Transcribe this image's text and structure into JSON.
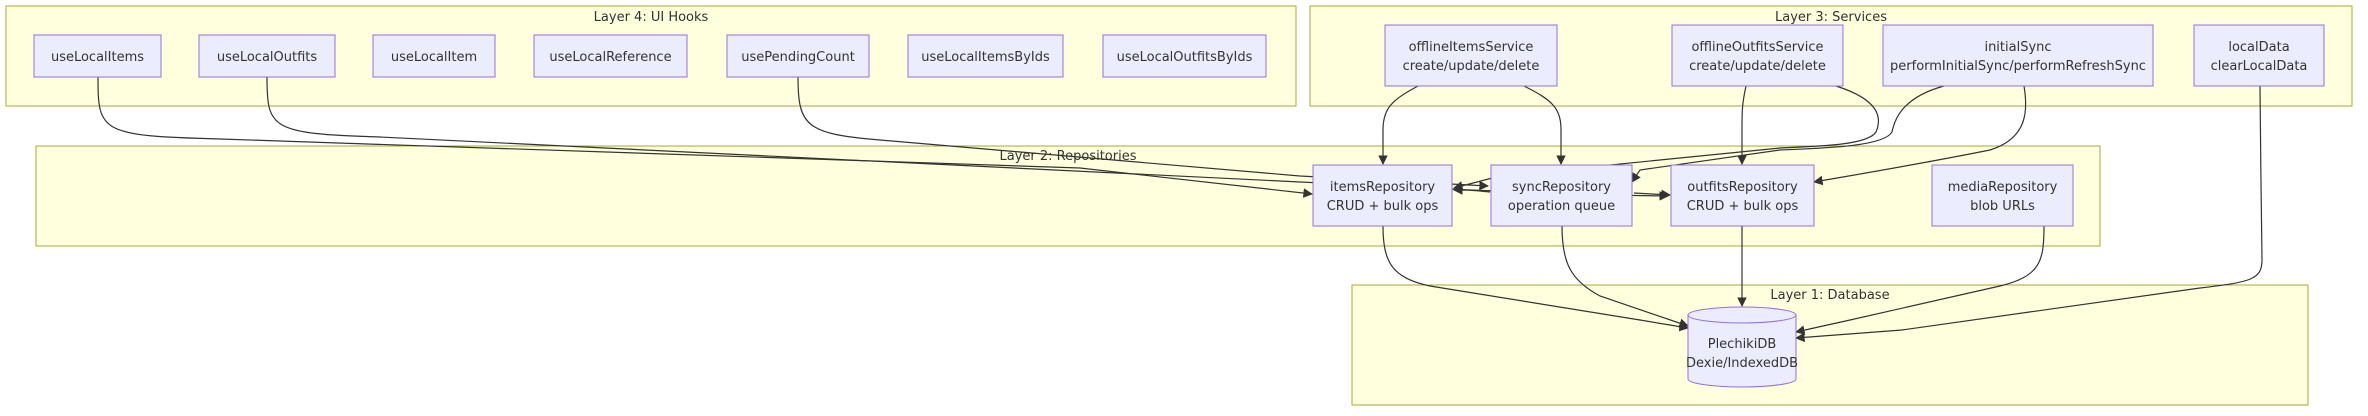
{
  "clusters": {
    "ui_hooks": "Layer 4: UI Hooks",
    "services": "Layer 3: Services",
    "repositories": "Layer 2: Repositories",
    "database": "Layer 1: Database"
  },
  "nodes": {
    "useLocalItems": [
      "useLocalItems"
    ],
    "useLocalOutfits": [
      "useLocalOutfits"
    ],
    "useLocalItem": [
      "useLocalItem"
    ],
    "useLocalReference": [
      "useLocalReference"
    ],
    "usePendingCount": [
      "usePendingCount"
    ],
    "useLocalItemsByIds": [
      "useLocalItemsByIds"
    ],
    "useLocalOutfitsByIds": [
      "useLocalOutfitsByIds"
    ],
    "offlineItemsService": [
      "offlineItemsService",
      "create/update/delete"
    ],
    "offlineOutfitsService": [
      "offlineOutfitsService",
      "create/update/delete"
    ],
    "initialSync": [
      "initialSync",
      "performInitialSync/performRefreshSync"
    ],
    "localData": [
      "localData",
      "clearLocalData"
    ],
    "itemsRepository": [
      "itemsRepository",
      "CRUD + bulk ops"
    ],
    "syncRepository": [
      "syncRepository",
      "operation queue"
    ],
    "outfitsRepository": [
      "outfitsRepository",
      "CRUD + bulk ops"
    ],
    "mediaRepository": [
      "mediaRepository",
      "blob URLs"
    ],
    "plechikiDB": [
      "PlechikiDB",
      "Dexie/IndexedDB"
    ]
  },
  "edges": [
    [
      "useLocalItems",
      "itemsRepository"
    ],
    [
      "useLocalOutfits",
      "outfitsRepository"
    ],
    [
      "usePendingCount",
      "syncRepository"
    ],
    [
      "offlineItemsService",
      "itemsRepository"
    ],
    [
      "offlineItemsService",
      "syncRepository"
    ],
    [
      "offlineOutfitsService",
      "outfitsRepository"
    ],
    [
      "offlineOutfitsService",
      "syncRepository"
    ],
    [
      "initialSync",
      "itemsRepository"
    ],
    [
      "initialSync",
      "outfitsRepository"
    ],
    [
      "syncRepository",
      "itemsRepository"
    ],
    [
      "localData",
      "plechikiDB"
    ],
    [
      "itemsRepository",
      "plechikiDB"
    ],
    [
      "syncRepository",
      "plechikiDB"
    ],
    [
      "outfitsRepository",
      "plechikiDB"
    ],
    [
      "mediaRepository",
      "plechikiDB"
    ]
  ],
  "colors": {
    "cluster_fill": "#ffffde",
    "cluster_stroke": "#aaaa33",
    "node_fill": "#ececff",
    "node_stroke": "#9370db",
    "edge": "#333333",
    "text": "#333333"
  }
}
